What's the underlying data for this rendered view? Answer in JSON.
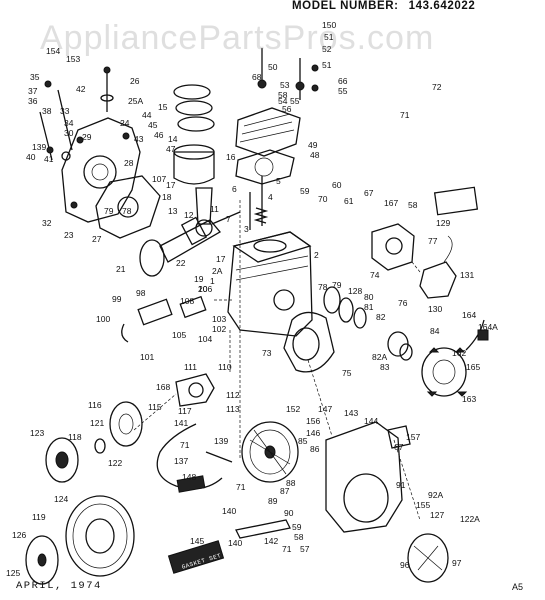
{
  "header": {
    "model_label": "MODEL NUMBER:",
    "model_number": "143.642022"
  },
  "watermark": "AppliancePartsPros.com",
  "footer": {
    "date": "APRIL, 1974",
    "sheet": "A5"
  },
  "tag_text": "GASKET SET",
  "labels": [
    {
      "key": "l150",
      "text": "150"
    },
    {
      "key": "l51",
      "text": "51"
    },
    {
      "key": "l52",
      "text": "52"
    },
    {
      "key": "l154",
      "text": "154"
    },
    {
      "key": "l153",
      "text": "153"
    },
    {
      "key": "l35",
      "text": "35"
    },
    {
      "key": "l26",
      "text": "26"
    },
    {
      "key": "l42",
      "text": "42"
    },
    {
      "key": "l25a",
      "text": "25A"
    },
    {
      "key": "l37",
      "text": "37"
    },
    {
      "key": "l36",
      "text": "36"
    },
    {
      "key": "l38",
      "text": "38"
    },
    {
      "key": "l33",
      "text": "33"
    },
    {
      "key": "l34",
      "text": "34"
    },
    {
      "key": "l30",
      "text": "30"
    },
    {
      "key": "l29",
      "text": "29"
    },
    {
      "key": "l139",
      "text": "139"
    },
    {
      "key": "l40",
      "text": "40"
    },
    {
      "key": "l41",
      "text": "41"
    },
    {
      "key": "l24",
      "text": "24"
    },
    {
      "key": "l44",
      "text": "44"
    },
    {
      "key": "l45",
      "text": "45"
    },
    {
      "key": "l46",
      "text": "46"
    },
    {
      "key": "l43",
      "text": "43"
    },
    {
      "key": "l47",
      "text": "47"
    },
    {
      "key": "l14",
      "text": "14"
    },
    {
      "key": "l15",
      "text": "15"
    },
    {
      "key": "l16",
      "text": "16"
    },
    {
      "key": "l28",
      "text": "28"
    },
    {
      "key": "l107",
      "text": "107"
    },
    {
      "key": "l32",
      "text": "32"
    },
    {
      "key": "l23",
      "text": "23"
    },
    {
      "key": "l79",
      "text": "79"
    },
    {
      "key": "l78",
      "text": "78"
    },
    {
      "key": "l27",
      "text": "27"
    },
    {
      "key": "l18",
      "text": "18"
    },
    {
      "key": "l17",
      "text": "17"
    },
    {
      "key": "l13",
      "text": "13"
    },
    {
      "key": "l11",
      "text": "11"
    },
    {
      "key": "l7",
      "text": "7"
    },
    {
      "key": "l3",
      "text": "3"
    },
    {
      "key": "l4",
      "text": "4"
    },
    {
      "key": "l5",
      "text": "5"
    },
    {
      "key": "l6",
      "text": "6"
    },
    {
      "key": "l12",
      "text": "12"
    },
    {
      "key": "l21",
      "text": "21"
    },
    {
      "key": "l19",
      "text": "19"
    },
    {
      "key": "l20",
      "text": "20"
    },
    {
      "key": "l22",
      "text": "22"
    },
    {
      "key": "l17b",
      "text": "17"
    },
    {
      "key": "l2a",
      "text": "2A"
    },
    {
      "key": "l1",
      "text": "1"
    },
    {
      "key": "l2",
      "text": "2"
    },
    {
      "key": "l106",
      "text": "106"
    },
    {
      "key": "l108",
      "text": "108"
    },
    {
      "key": "l103",
      "text": "103"
    },
    {
      "key": "l102",
      "text": "102"
    },
    {
      "key": "l104",
      "text": "104"
    },
    {
      "key": "l105",
      "text": "105"
    },
    {
      "key": "l99",
      "text": "99"
    },
    {
      "key": "l98",
      "text": "98"
    },
    {
      "key": "l100",
      "text": "100"
    },
    {
      "key": "l101",
      "text": "101"
    },
    {
      "key": "l73",
      "text": "73"
    },
    {
      "key": "l75",
      "text": "75"
    },
    {
      "key": "l50",
      "text": "50"
    },
    {
      "key": "l68",
      "text": "68"
    },
    {
      "key": "l53",
      "text": "53"
    },
    {
      "key": "l51b",
      "text": "51"
    },
    {
      "key": "l66",
      "text": "66"
    },
    {
      "key": "l55",
      "text": "55"
    },
    {
      "key": "l54",
      "text": "54"
    },
    {
      "key": "l58",
      "text": "58"
    },
    {
      "key": "l56",
      "text": "56"
    },
    {
      "key": "l55b",
      "text": "55"
    },
    {
      "key": "l49",
      "text": "49"
    },
    {
      "key": "l48",
      "text": "48"
    },
    {
      "key": "l72",
      "text": "72"
    },
    {
      "key": "l71",
      "text": "71"
    },
    {
      "key": "l59",
      "text": "59"
    },
    {
      "key": "l60",
      "text": "60"
    },
    {
      "key": "l70",
      "text": "70"
    },
    {
      "key": "l61",
      "text": "61"
    },
    {
      "key": "l67",
      "text": "67"
    },
    {
      "key": "l167",
      "text": "167"
    },
    {
      "key": "l58b",
      "text": "58"
    },
    {
      "key": "l129",
      "text": "129"
    },
    {
      "key": "l77",
      "text": "77"
    },
    {
      "key": "l74",
      "text": "74"
    },
    {
      "key": "l131",
      "text": "131"
    },
    {
      "key": "l76",
      "text": "76"
    },
    {
      "key": "l130",
      "text": "130"
    },
    {
      "key": "l78b",
      "text": "78"
    },
    {
      "key": "l79b",
      "text": "79"
    },
    {
      "key": "l128",
      "text": "128"
    },
    {
      "key": "l80",
      "text": "80"
    },
    {
      "key": "l81",
      "text": "81"
    },
    {
      "key": "l82",
      "text": "82"
    },
    {
      "key": "l84",
      "text": "84"
    },
    {
      "key": "l164",
      "text": "164"
    },
    {
      "key": "l164a",
      "text": "164A"
    },
    {
      "key": "l162",
      "text": "162"
    },
    {
      "key": "l82a",
      "text": "82A"
    },
    {
      "key": "l83",
      "text": "83"
    },
    {
      "key": "l165",
      "text": "165"
    },
    {
      "key": "l163",
      "text": "163"
    },
    {
      "key": "l111",
      "text": "111"
    },
    {
      "key": "l110",
      "text": "110"
    },
    {
      "key": "l168",
      "text": "168"
    },
    {
      "key": "l112",
      "text": "112"
    },
    {
      "key": "l113",
      "text": "113"
    },
    {
      "key": "l116",
      "text": "116"
    },
    {
      "key": "l115",
      "text": "115"
    },
    {
      "key": "l117",
      "text": "117"
    },
    {
      "key": "l141",
      "text": "141"
    },
    {
      "key": "l123",
      "text": "123"
    },
    {
      "key": "l121",
      "text": "121"
    },
    {
      "key": "l118",
      "text": "118"
    },
    {
      "key": "l122",
      "text": "122"
    },
    {
      "key": "l139b",
      "text": "139"
    },
    {
      "key": "l137",
      "text": "137"
    },
    {
      "key": "l71b",
      "text": "71"
    },
    {
      "key": "l152",
      "text": "152"
    },
    {
      "key": "l147",
      "text": "147"
    },
    {
      "key": "l143",
      "text": "143"
    },
    {
      "key": "l156",
      "text": "156"
    },
    {
      "key": "l146",
      "text": "146"
    },
    {
      "key": "l144",
      "text": "144"
    },
    {
      "key": "l85",
      "text": "85"
    },
    {
      "key": "l86",
      "text": "86"
    },
    {
      "key": "l157",
      "text": "157"
    },
    {
      "key": "l67b",
      "text": "67"
    },
    {
      "key": "l88",
      "text": "88"
    },
    {
      "key": "l87",
      "text": "87"
    },
    {
      "key": "l89",
      "text": "89"
    },
    {
      "key": "l90",
      "text": "90"
    },
    {
      "key": "l91",
      "text": "91"
    },
    {
      "key": "l92a",
      "text": "92A"
    },
    {
      "key": "l155",
      "text": "155"
    },
    {
      "key": "l127",
      "text": "127"
    },
    {
      "key": "l122a",
      "text": "122A"
    },
    {
      "key": "l148",
      "text": "148"
    },
    {
      "key": "l71c",
      "text": "71"
    },
    {
      "key": "l140",
      "text": "140"
    },
    {
      "key": "l124",
      "text": "124"
    },
    {
      "key": "l119",
      "text": "119"
    },
    {
      "key": "l126",
      "text": "126"
    },
    {
      "key": "l125",
      "text": "125"
    },
    {
      "key": "l145",
      "text": "145"
    },
    {
      "key": "l140b",
      "text": "140"
    },
    {
      "key": "l142",
      "text": "142"
    },
    {
      "key": "l71d",
      "text": "71"
    },
    {
      "key": "l59b",
      "text": "59"
    },
    {
      "key": "l58c",
      "text": "58"
    },
    {
      "key": "l57",
      "text": "57"
    },
    {
      "key": "l96",
      "text": "96"
    },
    {
      "key": "l97",
      "text": "97"
    }
  ]
}
